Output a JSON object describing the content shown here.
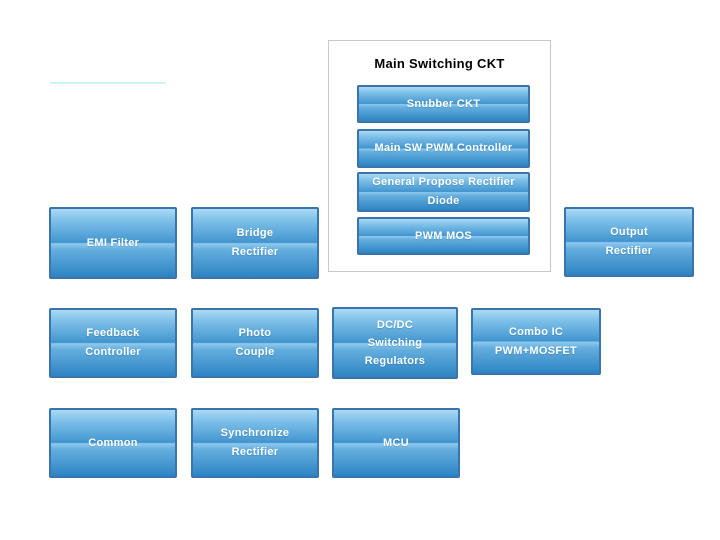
{
  "colors": {
    "background": "#ffffff",
    "block_border": "#3b73ab",
    "block_gradient_top": "#abdaf4",
    "block_gradient_mid": "#4a9bd3",
    "block_gradient_shine": "#8fc9ee",
    "block_gradient_bottom": "#2d84c3",
    "block_label": "#ffffff",
    "container_border": "#c9c9c9",
    "container_title": "#000000",
    "ghost_line": "#cdf3fb"
  },
  "main_switching_ckt": {
    "title": "Main Switching CKT",
    "buttons": {
      "snubber_ckt": {
        "line1": "Snubber CKT"
      },
      "main_sw_pwm_controller": {
        "line1": "Main SW PWM Controller"
      },
      "general_propose_rectifier_diode": {
        "line1": "General Propose Rectifier",
        "line2": "Diode"
      },
      "pwm_mos": {
        "line1": "PWM MOS"
      }
    }
  },
  "blocks": {
    "emi_filter": {
      "line1": "EMI Filter"
    },
    "bridge_rectifier": {
      "line1": "Bridge",
      "line2": "Rectifier"
    },
    "output_rectifier": {
      "line1": "Output",
      "line2": "Rectifier"
    },
    "feedback_controller": {
      "line1": "Feedback",
      "line2": "Controller"
    },
    "photo_couple": {
      "line1": "Photo",
      "line2": "Couple"
    },
    "dcdc_switching_regulators": {
      "line1": "DC/DC",
      "line2": "Switching",
      "line3": "Regulators"
    },
    "combo_ic_pwm_mosfet": {
      "line1": "Combo IC",
      "line2": "PWM+MOSFET"
    },
    "common": {
      "line1": "Common"
    },
    "synchronize_rectifier": {
      "line1": "Synchronize",
      "line2": "Rectifier"
    },
    "mcu": {
      "line1": "MCU"
    }
  }
}
